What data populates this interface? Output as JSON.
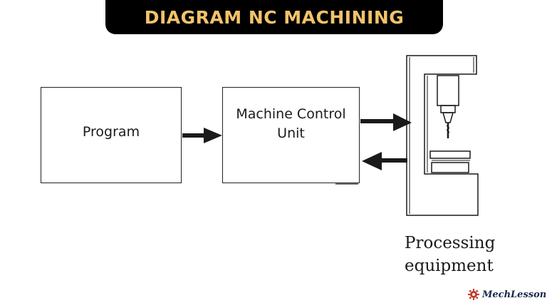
{
  "title": "DIAGRAM NC MACHINING",
  "blocks": {
    "program": "Program",
    "mcu": "Machine Control Unit"
  },
  "equipment": {
    "label": "Processing\nequipment"
  },
  "logo": {
    "text": "MechLesson"
  },
  "colors": {
    "banner_bg": "#000000",
    "banner_text": "#f2c36b",
    "line": "#1a1a1a",
    "logo_gear": "#c0392b"
  },
  "icons": [
    "gear-icon",
    "spindle-icon",
    "worktable-icon"
  ]
}
